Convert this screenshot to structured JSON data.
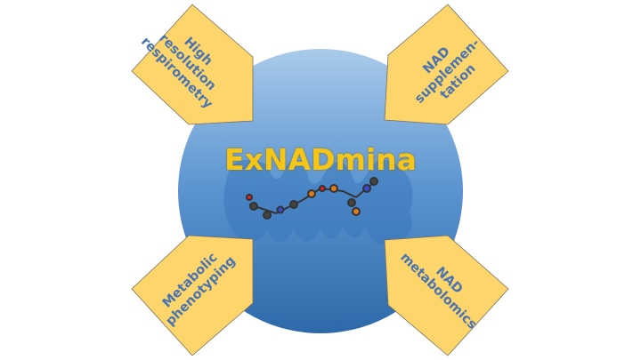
{
  "title": "ExNADmina",
  "boxes": {
    "top_left": "High resolution respirometry",
    "top_right": "NAD supplemen-tation",
    "bottom_left": "Metabolic phenotyping",
    "bottom_right": "NAD metabolomics"
  },
  "colors": {
    "box_fill": "#fdd56a",
    "box_text": "#4a74b0",
    "circle_top": "#a9cbeb",
    "circle_bottom": "#2d69a8",
    "title": "#f5c518"
  }
}
